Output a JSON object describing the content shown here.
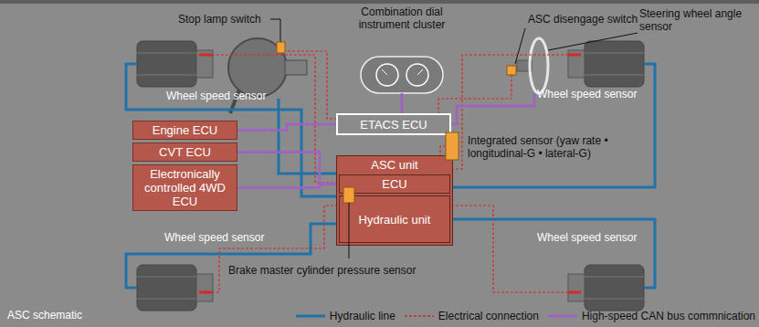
{
  "diagram": {
    "caption": "ASC schematic",
    "nodes": [
      {
        "text": [
          "Engine ECU"
        ]
      },
      {
        "text": [
          "CVT ECU"
        ]
      },
      {
        "text": [
          "Electronically controlled 4WD ECU"
        ]
      },
      {
        "text": [
          "ASC unit"
        ]
      },
      {
        "text": [
          "ECU"
        ],
        "in": 3
      },
      {
        "text": [
          "Hydraulic unit"
        ],
        "in": 3
      },
      {
        "text": [
          "ETACS ECU"
        ]
      }
    ],
    "edges": [
      {
        "from": 0,
        "to": 6,
        "arrow": "none"
      },
      {
        "from": 1,
        "to": 4,
        "arrow": "none"
      },
      {
        "from": 2,
        "to": 4,
        "arrow": "none"
      }
    ],
    "labels": [
      "Stop lamp switch",
      "Combination dial instrument cluster",
      "ASC disengage switch",
      "Steering wheel angle sensor",
      "Wheel speed sensor",
      "Wheel speed sensor",
      "Integrated sensor (yaw rate • longitudinal-G • lateral-G)",
      "Wheel speed sensor",
      "Wheel speed sensor",
      "Brake master cylinder pressure sensor"
    ],
    "legend": [
      {
        "text": "Hydraulic line"
      },
      {
        "text": "Electrical connection"
      },
      {
        "text": "High-speed CAN bus commnication"
      }
    ]
  }
}
